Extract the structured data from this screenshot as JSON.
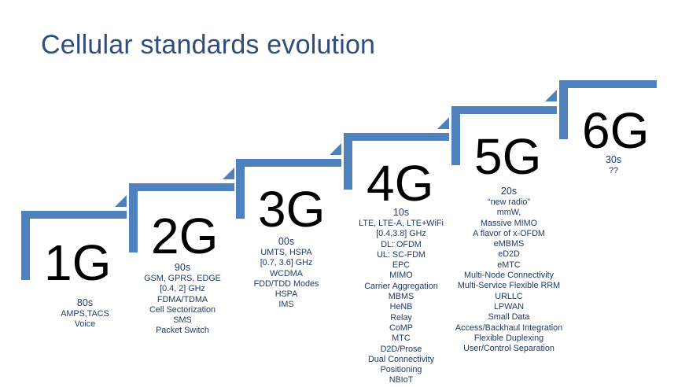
{
  "slide": {
    "title": "Cellular standards evolution",
    "accent_color": "#4f81bd",
    "title_color": "#2f4e7d"
  },
  "generations": [
    {
      "name": "1G",
      "era": "80s",
      "features": [
        "AMPS,TACS",
        "Voice"
      ]
    },
    {
      "name": "2G",
      "era": "90s",
      "features": [
        "GSM, GPRS, EDGE",
        "[0.4, 2] GHz",
        "FDMA/TDMA",
        "Cell Sectorization",
        "SMS",
        "Packet Switch"
      ]
    },
    {
      "name": "3G",
      "era": "00s",
      "features": [
        "UMTS, HSPA",
        "[0.7, 3.6] GHz",
        "WCDMA",
        "FDD/TDD Modes",
        "HSPA",
        "IMS"
      ]
    },
    {
      "name": "4G",
      "era": "10s",
      "features": [
        "LTE, LTE-A, LTE+WiFi",
        "[0.4,3.8] GHz",
        "DL: OFDM",
        "UL: SC-FDM",
        "EPC",
        "MIMO",
        "Carrier Aggregation",
        "MBMS",
        "HeNB",
        "Relay",
        "CoMP",
        "MTC",
        "D2D/Prose",
        "Dual Connectivity",
        "Positioning",
        "NBIoT"
      ]
    },
    {
      "name": "5G",
      "era": "20s",
      "features": [
        "“new radio”",
        "mmW,",
        "Massive MIMO",
        "A flavor of x-OFDM",
        "eMBMS",
        "eD2D",
        "eMTC",
        "Multi-Node Connectivity",
        "Multi-Service Flexible RRM",
        "URLLC",
        "LPWAN",
        "Small Data",
        "Access/Backhaul Integration",
        "Flexible Duplexing",
        "User/Control Separation"
      ]
    },
    {
      "name": "6G",
      "era": "30s",
      "features": [
        "??"
      ]
    }
  ]
}
